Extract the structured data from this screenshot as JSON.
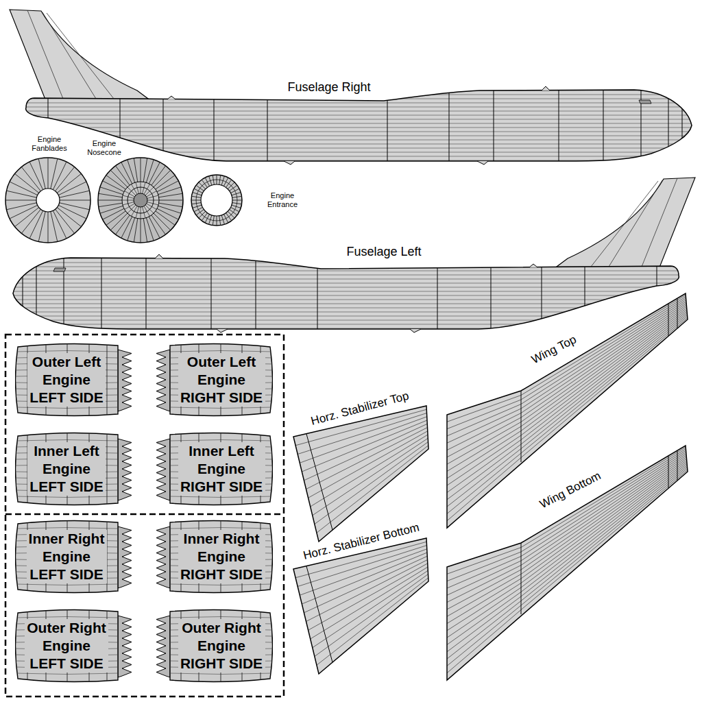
{
  "diagram": {
    "nodes": [
      {
        "text": [
          "Outer Left Engine LEFT SIDE"
        ]
      },
      {
        "text": [
          "Outer Left Engine RIGHT SIDE"
        ]
      },
      {
        "text": [
          "Inner Left Engine LEFT SIDE"
        ]
      },
      {
        "text": [
          "Inner Left Engine RIGHT SIDE"
        ]
      },
      {
        "text": [
          "Inner Right Engine LEFT SIDE"
        ]
      },
      {
        "text": [
          "Inner Right Engine RIGHT SIDE"
        ]
      },
      {
        "text": [
          "Outer Right Engine LEFT SIDE"
        ]
      },
      {
        "text": [
          "Outer Right Engine RIGHT SIDE"
        ]
      }
    ],
    "labels": [
      "Fuselage Right",
      "Engine Fanblades",
      "Engine Nosecone",
      "Engine Entrance",
      "Fuselage Left",
      "Wing Top",
      "Horz. Stabilizer Top",
      "Horz. Stabilizer Bottom",
      "Wing Bottom"
    ]
  }
}
